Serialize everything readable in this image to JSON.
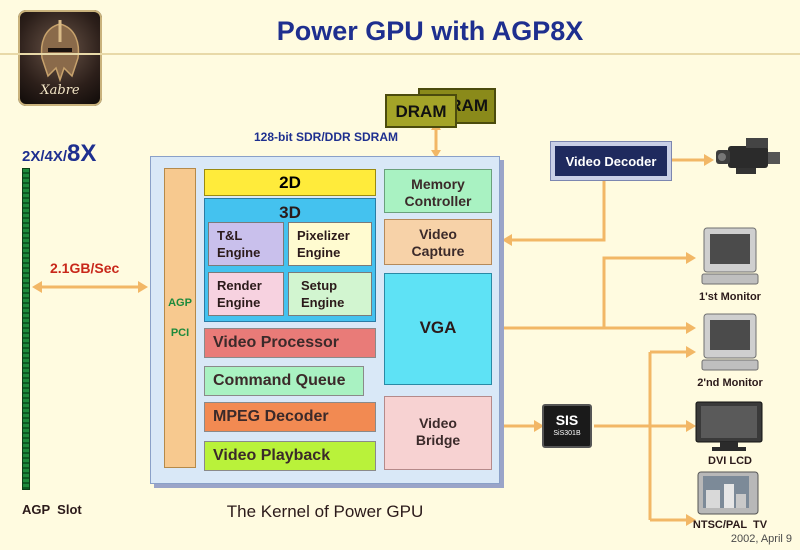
{
  "title": "Power GPU with AGP8X",
  "logo": {
    "text": "Xabre"
  },
  "dram": {
    "back": "DRAM",
    "front": "DRAM",
    "bus": "128-bit SDR/DDR SDRAM"
  },
  "agp_slot": {
    "modes_prefix": "2X/4X/",
    "modes_max": "8X",
    "bandwidth": "2.1GB/Sec",
    "label": "AGP  Slot"
  },
  "kernel": {
    "caption": "The Kernel of Power GPU",
    "bus_top": "AGP",
    "bus_bottom": "PCI",
    "block_2d": "2D",
    "block_3d": "3D",
    "engines": [
      {
        "line1": "T&L",
        "line2": "Engine"
      },
      {
        "line1": "Pixelizer",
        "line2": "Engine"
      },
      {
        "line1": "Render",
        "line2": "Engine"
      },
      {
        "line1": "Setup",
        "line2": "Engine"
      }
    ],
    "video_processor": "Video Processor",
    "command_queue": "Command Queue",
    "mpeg_decoder": "MPEG Decoder",
    "video_playback": "Video Playback",
    "memory_controller": {
      "line1": "Memory",
      "line2": "Controller"
    },
    "video_capture": {
      "line1": "Video",
      "line2": "Capture"
    },
    "vga": "VGA",
    "video_bridge": {
      "line1": "Video",
      "line2": "Bridge"
    }
  },
  "external": {
    "video_decoder": "Video Decoder",
    "chip": {
      "brand": "SIS",
      "model": "SiS301B"
    },
    "outputs": [
      "1'st Monitor",
      "2'nd Monitor",
      "DVI LCD",
      "NTSC/PAL  TV"
    ]
  },
  "date": "2002, April 9",
  "colors": {
    "title": "#1e2f8f",
    "kernel_bg": "#d9e8f7",
    "block_2d": "#ffeb3b",
    "block_3d": "#44c2ef",
    "vga": "#5ee2f5",
    "arrow": "#f2b766"
  }
}
